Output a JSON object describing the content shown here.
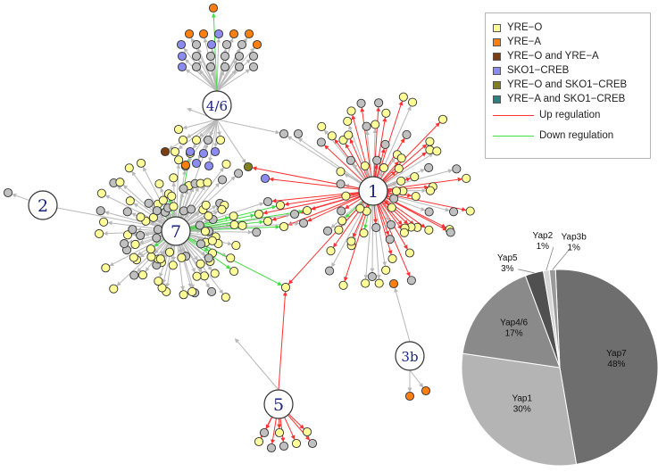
{
  "legend": {
    "items": [
      {
        "label": "YRE−O",
        "color": "#ffff99"
      },
      {
        "label": "YRE−A",
        "color": "#ff7f0e"
      },
      {
        "label": "YRE−O and YRE−A",
        "color": "#7b3f10"
      },
      {
        "label": "SKO1−CREB",
        "color": "#8c8cf0"
      },
      {
        "label": "YRE−O and SKO1−CREB",
        "color": "#808020"
      },
      {
        "label": "YRE−A and SKO1−CREB",
        "color": "#2e7f7f"
      }
    ],
    "lines": [
      {
        "label": "Up regulation",
        "color": "#ff3030"
      },
      {
        "label": "Down regulation",
        "color": "#44dd44"
      }
    ]
  },
  "hubs": {
    "h1": "1",
    "h2": "2",
    "h3b": "3b",
    "h46": "4/6",
    "h5": "5",
    "h7": "7"
  },
  "colors": {
    "up": "#ff3030",
    "down": "#44dd44",
    "neutral": "#b8b8b8",
    "target_none": "#c0c0c0",
    "target_yre_o": "#ffff99",
    "target_yre_a": "#ff7f0e",
    "target_sko1": "#8c8cf0"
  },
  "pie": {
    "slices": [
      {
        "name": "Yap7",
        "value": 48,
        "label": "48%",
        "color": "#6e6e6e"
      },
      {
        "name": "Yap1",
        "value": 30,
        "label": "30%",
        "color": "#b4b4b4"
      },
      {
        "name": "Yap4/6",
        "value": 17,
        "label": "17%",
        "color": "#8a8a8a"
      },
      {
        "name": "Yap5",
        "value": 3,
        "label": "3%",
        "color": "#505050"
      },
      {
        "name": "Yap2",
        "value": 1,
        "label": "1%",
        "color": "#d6d6d6"
      },
      {
        "name": "Yap3b",
        "value": 1,
        "label": "1%",
        "color": "#9a9a9a"
      }
    ]
  }
}
